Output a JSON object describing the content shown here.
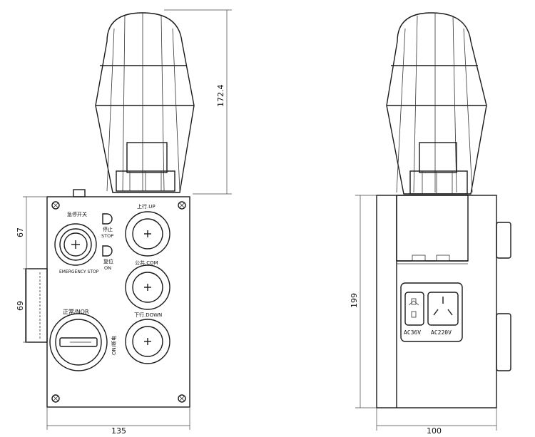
{
  "front_view": {
    "dim_height_total": "172.4",
    "dim_upper": "67",
    "dim_lower": "69",
    "dim_width": "135",
    "label_emergency_cn": "急停开关",
    "label_stop_cn": "停止",
    "label_stop_en": "STOP",
    "label_reset_cn": "复位",
    "label_reset_en": "ON",
    "label_emergency_en": "EMERGENCY STOP",
    "label_up": "上行.UP",
    "label_common": "公共.COM",
    "label_down": "下行.DOWN",
    "label_nor": "正常/NOR",
    "label_on": "ON/断电"
  },
  "side_view": {
    "dim_height": "199",
    "dim_width": "100",
    "socket_left_label": "AC36V",
    "socket_right_label": "AC220V"
  }
}
